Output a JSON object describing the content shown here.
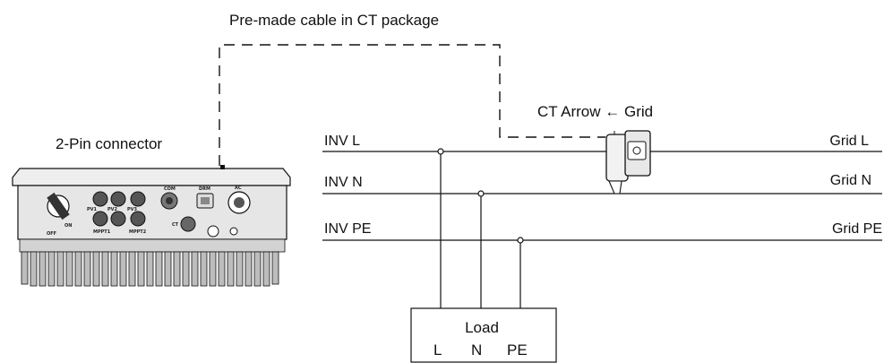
{
  "cable_label": "Pre-made cable in CT package",
  "connector_label": "2-Pin connector",
  "ct_label": "CT Arrow ← Grid",
  "lines": {
    "inv_l": "INV L",
    "inv_n": "INV N",
    "inv_pe": "INV PE",
    "grid_l": "Grid L",
    "grid_n": "Grid N",
    "grid_pe": "Grid PE"
  },
  "load": {
    "title": "Load",
    "terminal_l": "L",
    "terminal_n": "N",
    "terminal_pe": "PE"
  },
  "inverter_panel": {
    "pv1": "PV1",
    "pv2": "PV2",
    "pv3": "PV3",
    "mppt1": "MPPT1",
    "mppt2": "MPPT2",
    "com": "COM",
    "drm": "DRM",
    "ac": "AC",
    "ct": "CT",
    "on": "ON",
    "off": "OFF"
  },
  "colors": {
    "ink": "#111111",
    "inverter_body": "#e6e6e6",
    "fins": "#bdbdbd"
  }
}
